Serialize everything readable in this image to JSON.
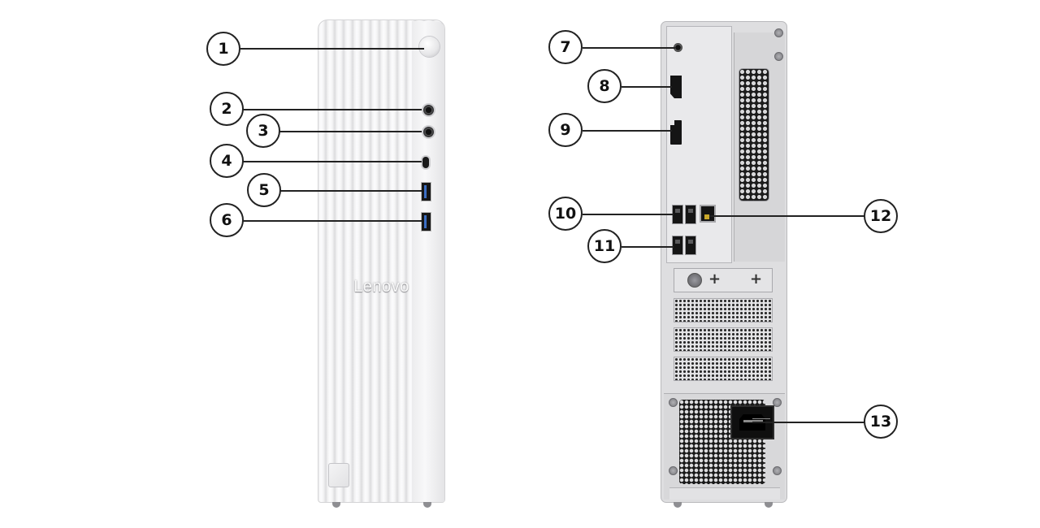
{
  "brand": {
    "logo_text": "Lenovo"
  },
  "colors": {
    "callout_stroke": "#222222",
    "chassis_light": "#f0f0f1",
    "port_dark": "#151515",
    "usb_blue": "#3c6fc4"
  },
  "callouts": {
    "c1": "1",
    "c2": "2",
    "c3": "3",
    "c4": "4",
    "c5": "5",
    "c6": "6",
    "c7": "7",
    "c8": "8",
    "c9": "9",
    "c10": "10",
    "c11": "11",
    "c12": "12",
    "c13": "13"
  },
  "icons": {
    "front_power": "power-button-icon",
    "front_jack_a": "audio-jack-icon",
    "front_jack_b": "audio-jack-icon",
    "front_usb_c": "usb-c-port-icon",
    "front_usb_a": "usb-a-port-icon",
    "rear_audio": "audio-out-jack-icon",
    "rear_hdmi": "hdmi-port-icon",
    "rear_dp": "displayport-icon",
    "rear_usb": "usb-a-port-icon",
    "rear_lan": "ethernet-port-icon",
    "rear_power": "power-inlet-icon"
  }
}
